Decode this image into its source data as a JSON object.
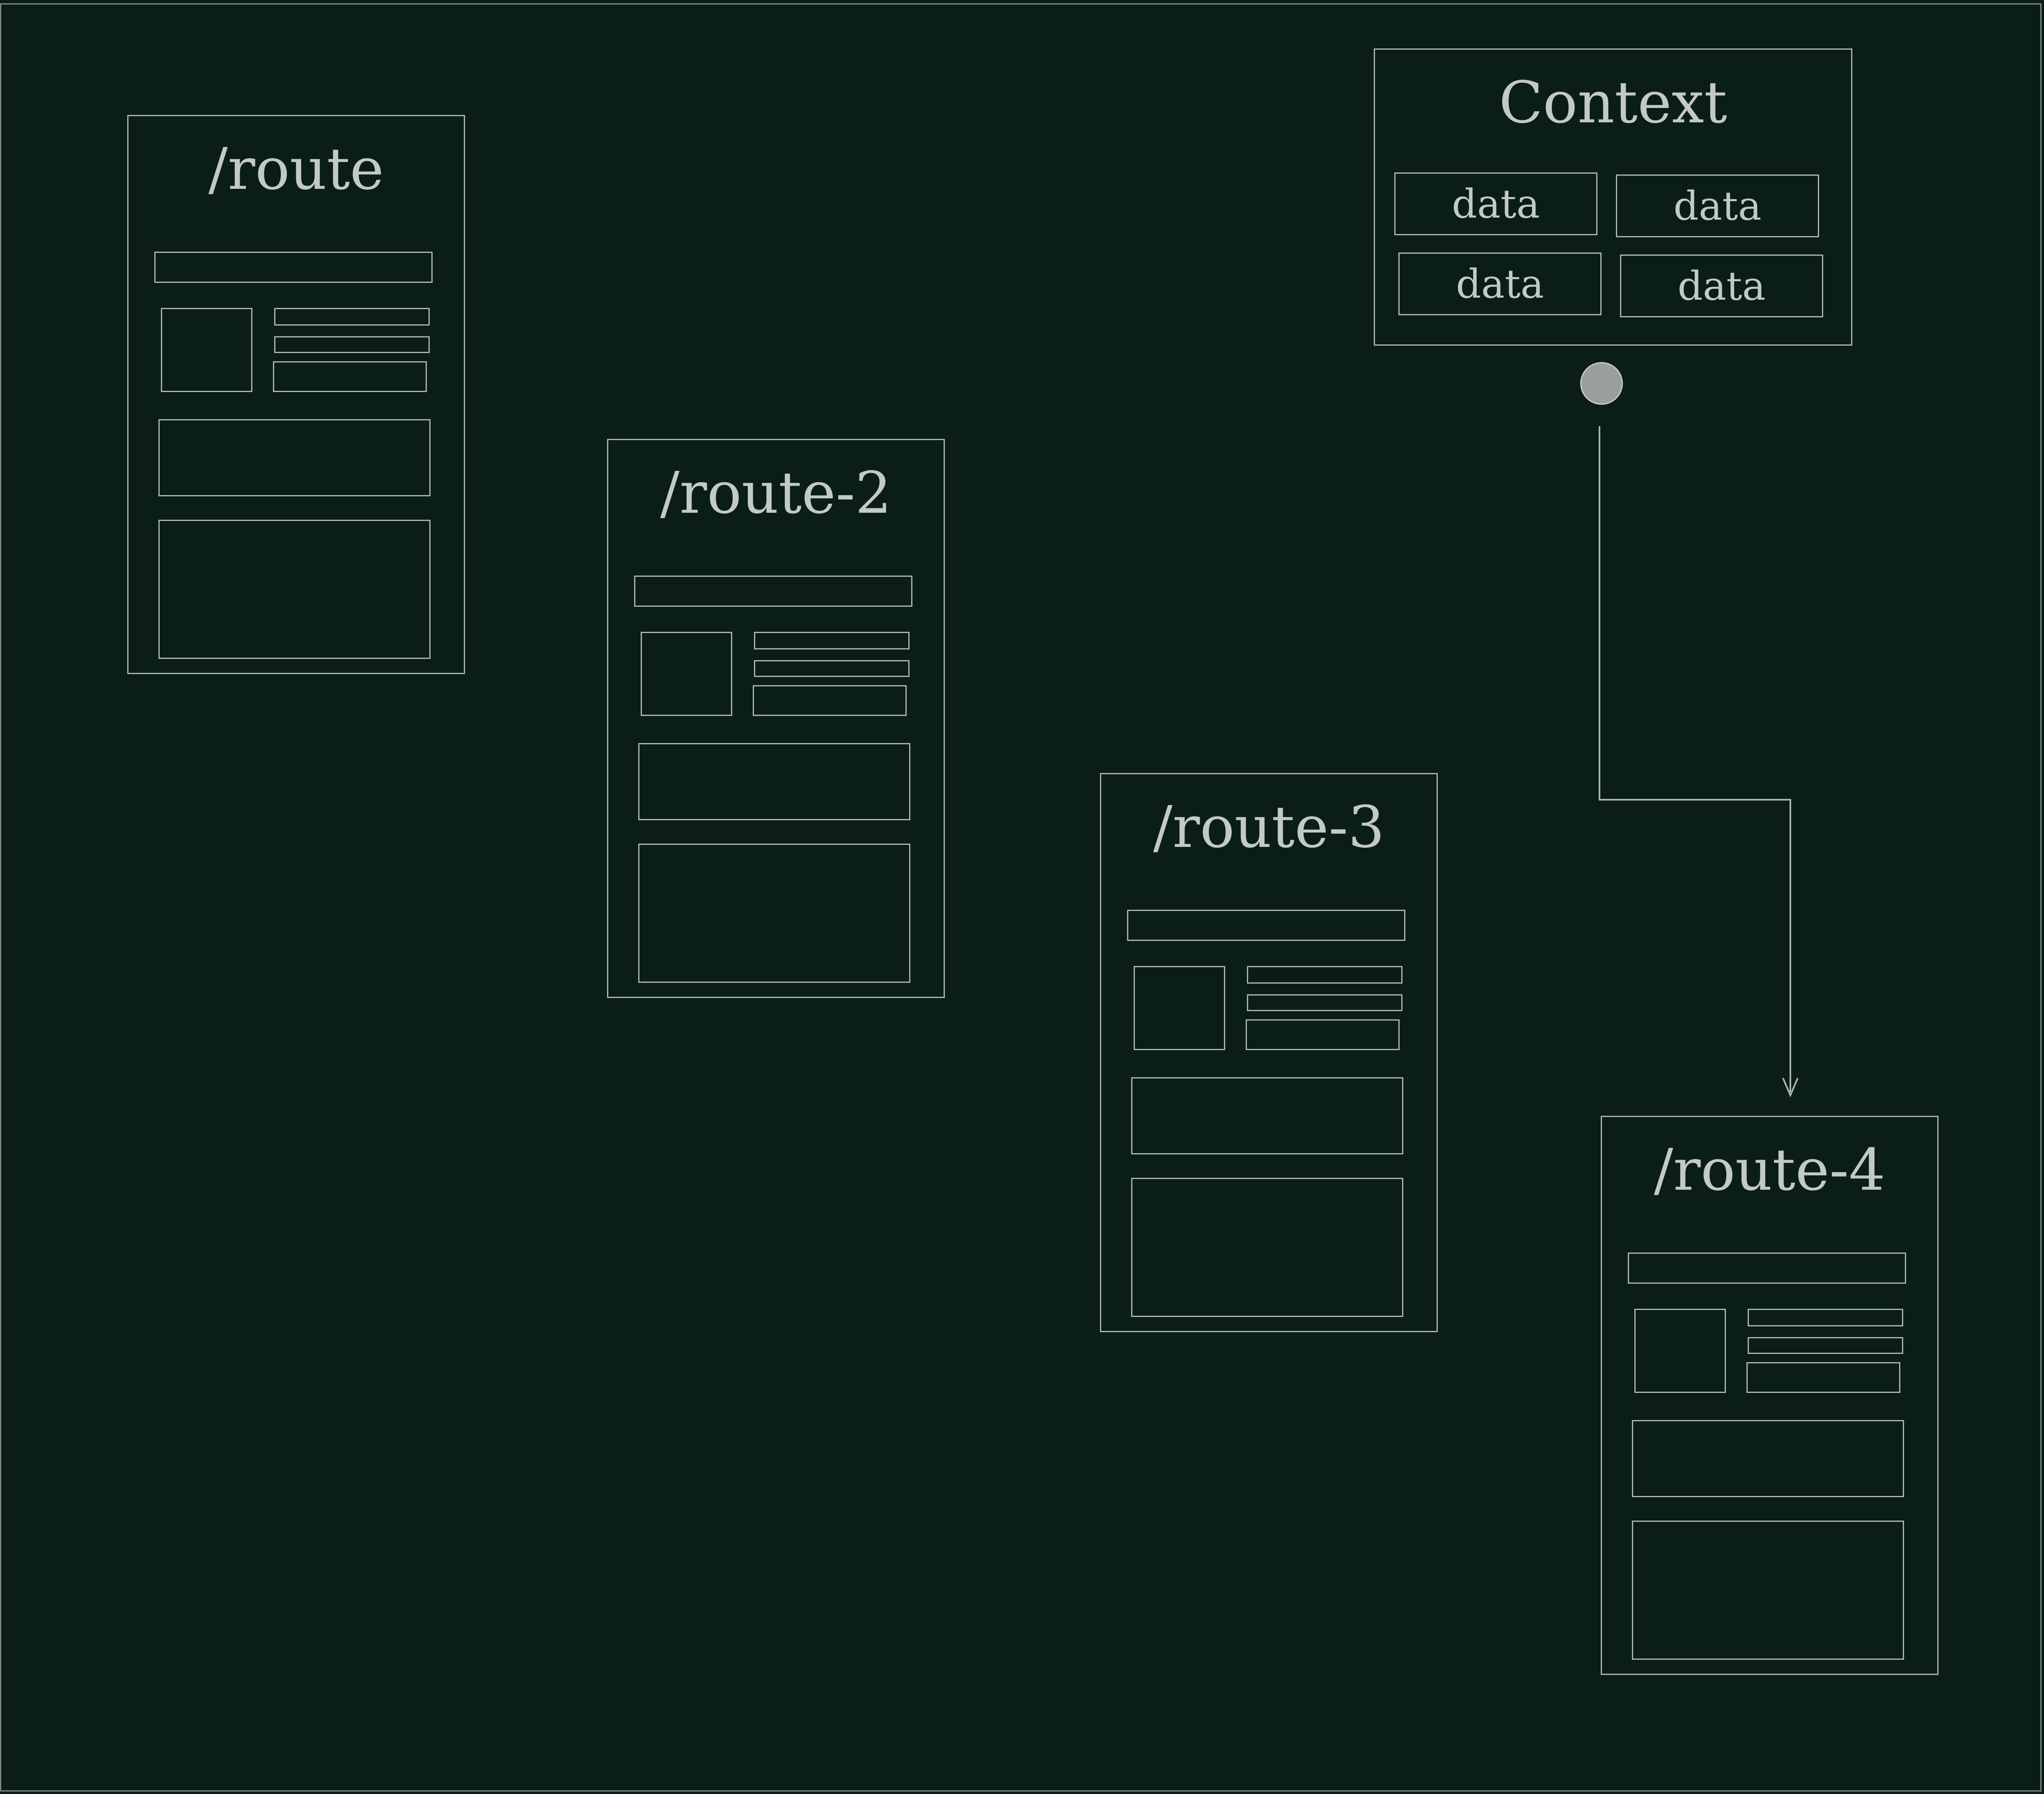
{
  "diagram": {
    "context": {
      "title": "Context",
      "items": [
        "data",
        "data",
        "data",
        "data"
      ]
    },
    "routes": [
      {
        "title": "/route"
      },
      {
        "title": "/route-2"
      },
      {
        "title": "/route-3"
      },
      {
        "title": "/route-4"
      }
    ],
    "connector": {
      "from": "context",
      "to": "/route-4",
      "start": "dot",
      "end": "arrow"
    },
    "colors": {
      "background": "#0b1d17",
      "stroke": "#aeb6b1",
      "text": "#c3c9c5",
      "dot": "#9a9e9c"
    }
  }
}
